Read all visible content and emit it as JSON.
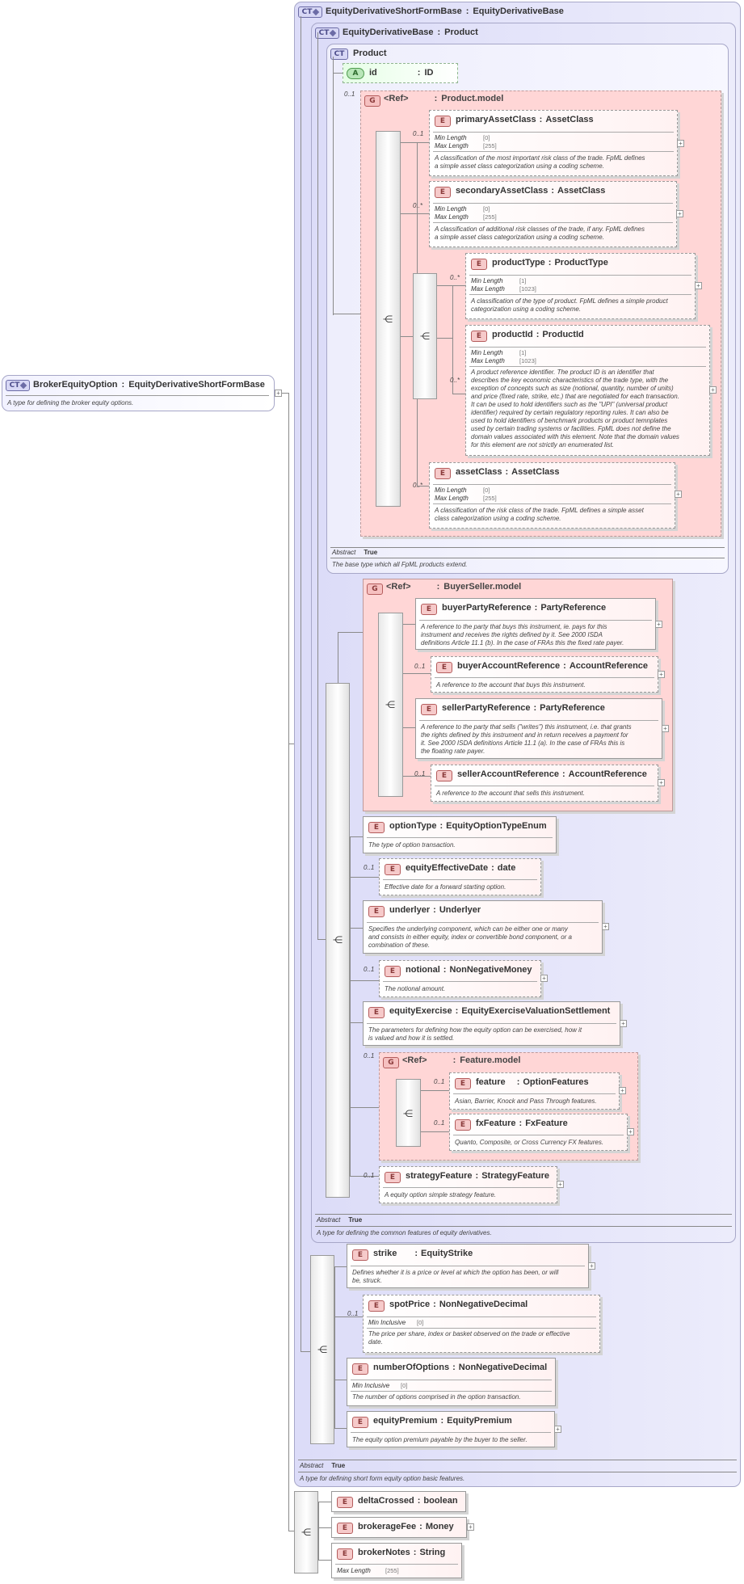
{
  "root": {
    "badge": "CT",
    "name": "BrokerEquityOption",
    "type": "EquityDerivativeShortFormBase",
    "description": "A type for defining the broker equity options."
  },
  "shortForm": {
    "badge": "CT",
    "name": "EquityDerivativeShortFormBase",
    "type": "EquityDerivativeBase",
    "abstract_label": "Abstract",
    "abstract_value": "True",
    "description": "A type for defining short form equity option basic features."
  },
  "derivBase": {
    "badge": "CT",
    "name": "EquityDerivativeBase",
    "type": "Product",
    "abstract_label": "Abstract",
    "abstract_value": "True",
    "description": "A type for defining the common features of equity derivatives."
  },
  "product": {
    "badge": "CT",
    "name": "Product",
    "abstract_label": "Abstract",
    "abstract_value": "True",
    "description": "The base type which all FpML products extend.",
    "attr": {
      "badge": "A",
      "name": "id",
      "type": "ID"
    },
    "group": {
      "badge": "G",
      "ref": "<Ref>",
      "name": "Product.model",
      "occ": "0..1"
    }
  },
  "sep": ":",
  "elements": {
    "primaryAssetClass": {
      "badge": "E",
      "name": "primaryAssetClass",
      "type": "AssetClass",
      "occ": "0..1",
      "facet1": "Min Length",
      "val1": "[0]",
      "facet2": "Max Length",
      "val2": "[255]",
      "desc1": "A classification of the most important risk class of the trade. FpML defines",
      "desc2": "a simple asset class categorization using a coding scheme."
    },
    "secondaryAssetClass": {
      "badge": "E",
      "name": "secondaryAssetClass",
      "type": "AssetClass",
      "occ": "0..*",
      "facet1": "Min Length",
      "val1": "[0]",
      "facet2": "Max Length",
      "val2": "[255]",
      "desc1": "A classification of additional risk classes of the trade, if any. FpML defines",
      "desc2": "a simple asset class categorization using a coding scheme."
    },
    "productType": {
      "badge": "E",
      "name": "productType",
      "type": "ProductType",
      "occ": "0..*",
      "facet1": "Min Length",
      "val1": "[1]",
      "facet2": "Max Length",
      "val2": "[1023]",
      "desc1": "A classification of the type of product. FpML defines a simple product",
      "desc2": "categorization using a coding scheme."
    },
    "productId": {
      "badge": "E",
      "name": "productId",
      "type": "ProductId",
      "occ": "0..*",
      "facet1": "Min Length",
      "val1": "[1]",
      "facet2": "Max Length",
      "val2": "[1023]",
      "desc": [
        "A product reference identifier. The product ID is an identifier that",
        "describes the key economic characteristics of the trade type, with the",
        "exception of concepts such as size (notional, quantity, number of units)",
        "and price (fixed rate, strike, etc.) that are negotiated for each transaction.",
        "It can be used to hold identifiers such as the \"UPI\" (universal product",
        "identifier) required by certain regulatory reporting rules. It can also be",
        "used to hold identifiers of benchmark products or product temnplates",
        "used by certain trading systems or facilities. FpML does not define the",
        "domain values associated with this element. Note that the domain values",
        "for this element are not strictly an enumerated list."
      ]
    },
    "assetClass": {
      "badge": "E",
      "name": "assetClass",
      "type": "AssetClass",
      "occ": "0..*",
      "facet1": "Min Length",
      "val1": "[0]",
      "facet2": "Max Length",
      "val2": "[255]",
      "desc1": "A classification of the risk class of the trade. FpML defines a simple asset",
      "desc2": "class categorization using a coding scheme."
    },
    "buyerSellerGroup": {
      "badge": "G",
      "ref": "<Ref>",
      "name": "BuyerSeller.model"
    },
    "buyerPartyReference": {
      "badge": "E",
      "name": "buyerPartyReference",
      "type": "PartyReference",
      "desc": [
        "A reference to the party that buys this instrument, ie. pays for this",
        "instrument and receives the rights defined by it. See 2000 ISDA",
        "definitions Article 11.1 (b). In the case of FRAs this the fixed rate payer."
      ]
    },
    "buyerAccountReference": {
      "badge": "E",
      "name": "buyerAccountReference",
      "type": "AccountReference",
      "occ": "0..1",
      "desc1": "A reference to the account that buys this instrument."
    },
    "sellerPartyReference": {
      "badge": "E",
      "name": "sellerPartyReference",
      "type": "PartyReference",
      "desc": [
        "A reference to the party that sells (\"writes\") this instrument, i.e. that grants",
        "the rights defined by this instrument and in return receives a payment for",
        "it. See 2000 ISDA definitions Article 11.1 (a). In the case of FRAs this is",
        "the floating rate payer."
      ]
    },
    "sellerAccountReference": {
      "badge": "E",
      "name": "sellerAccountReference",
      "type": "AccountReference",
      "occ": "0..1",
      "desc1": "A reference to the account that sells this instrument."
    },
    "optionType": {
      "badge": "E",
      "name": "optionType",
      "type": "EquityOptionTypeEnum",
      "desc1": "The type of option transaction."
    },
    "equityEffectiveDate": {
      "badge": "E",
      "name": "equityEffectiveDate",
      "type": "date",
      "occ": "0..1",
      "desc1": "Effective date for a forward starting option."
    },
    "underlyer": {
      "badge": "E",
      "name": "underlyer",
      "type": "Underlyer",
      "desc": [
        "Specifies the underlying component, which can be either one or many",
        "and consists in either equity, index or convertible bond component, or a",
        "combination of these."
      ]
    },
    "notional": {
      "badge": "E",
      "name": "notional",
      "type": "NonNegativeMoney",
      "occ": "0..1",
      "desc1": "The notional amount."
    },
    "equityExercise": {
      "badge": "E",
      "name": "equityExercise",
      "type": "EquityExerciseValuationSettlement",
      "desc": [
        "The parameters for defining how the equity option can be exercised, how it",
        "is valued and how it is settled."
      ]
    },
    "featureGroup": {
      "badge": "G",
      "ref": "<Ref>",
      "name": "Feature.model",
      "occ": "0..1"
    },
    "feature": {
      "badge": "E",
      "name": "feature",
      "type": "OptionFeatures",
      "occ": "0..1",
      "desc1": "Asian, Barrier, Knock and Pass Through features."
    },
    "fxFeature": {
      "badge": "E",
      "name": "fxFeature",
      "type": "FxFeature",
      "occ": "0..1",
      "desc1": "Quanto, Composite, or Cross Currency FX features."
    },
    "strategyFeature": {
      "badge": "E",
      "name": "strategyFeature",
      "type": "StrategyFeature",
      "occ": "0..1",
      "desc1": "A equity option simple strategy feature."
    },
    "strike": {
      "badge": "E",
      "name": "strike",
      "type": "EquityStrike",
      "desc": [
        "Defines whether it is a price or level at which the option has been, or will",
        "be, struck."
      ]
    },
    "spotPrice": {
      "badge": "E",
      "name": "spotPrice",
      "type": "NonNegativeDecimal",
      "occ": "0..1",
      "facet1": "Min Inclusive",
      "val1": "[0]",
      "desc": [
        "The price per share, index or basket observed on the trade or effective",
        "date."
      ]
    },
    "numberOfOptions": {
      "badge": "E",
      "name": "numberOfOptions",
      "type": "NonNegativeDecimal",
      "facet1": "Min Inclusive",
      "val1": "[0]",
      "desc1": "The number of options comprised in the option transaction."
    },
    "equityPremium": {
      "badge": "E",
      "name": "equityPremium",
      "type": "EquityPremium",
      "desc1": "The equity option premium payable by the buyer to the seller."
    },
    "deltaCrossed": {
      "badge": "E",
      "name": "deltaCrossed",
      "type": "boolean"
    },
    "brokerageFee": {
      "badge": "E",
      "name": "brokerageFee",
      "type": "Money"
    },
    "brokerNotes": {
      "badge": "E",
      "name": "brokerNotes",
      "type": "String",
      "facet1": "Max Length",
      "val1": "[255]"
    }
  },
  "symbols": {
    "plus": "+",
    "seq": "sequence-icon"
  }
}
